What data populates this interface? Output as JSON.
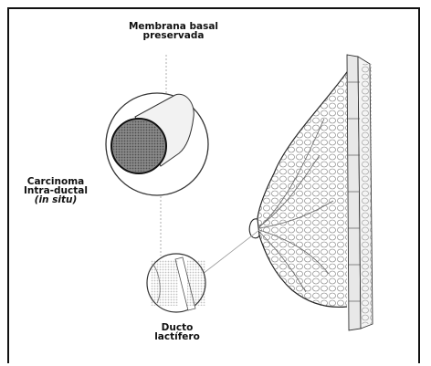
{
  "labels": {
    "basal_membrane": {
      "line1": "Membrana basal",
      "line2": "preservada"
    },
    "carcinoma": {
      "line1": "Carcinoma",
      "line2": "Intra-ductal",
      "line3": "(in situ)"
    },
    "duct": {
      "line1": "Ducto",
      "line2": "lactífero"
    }
  }
}
